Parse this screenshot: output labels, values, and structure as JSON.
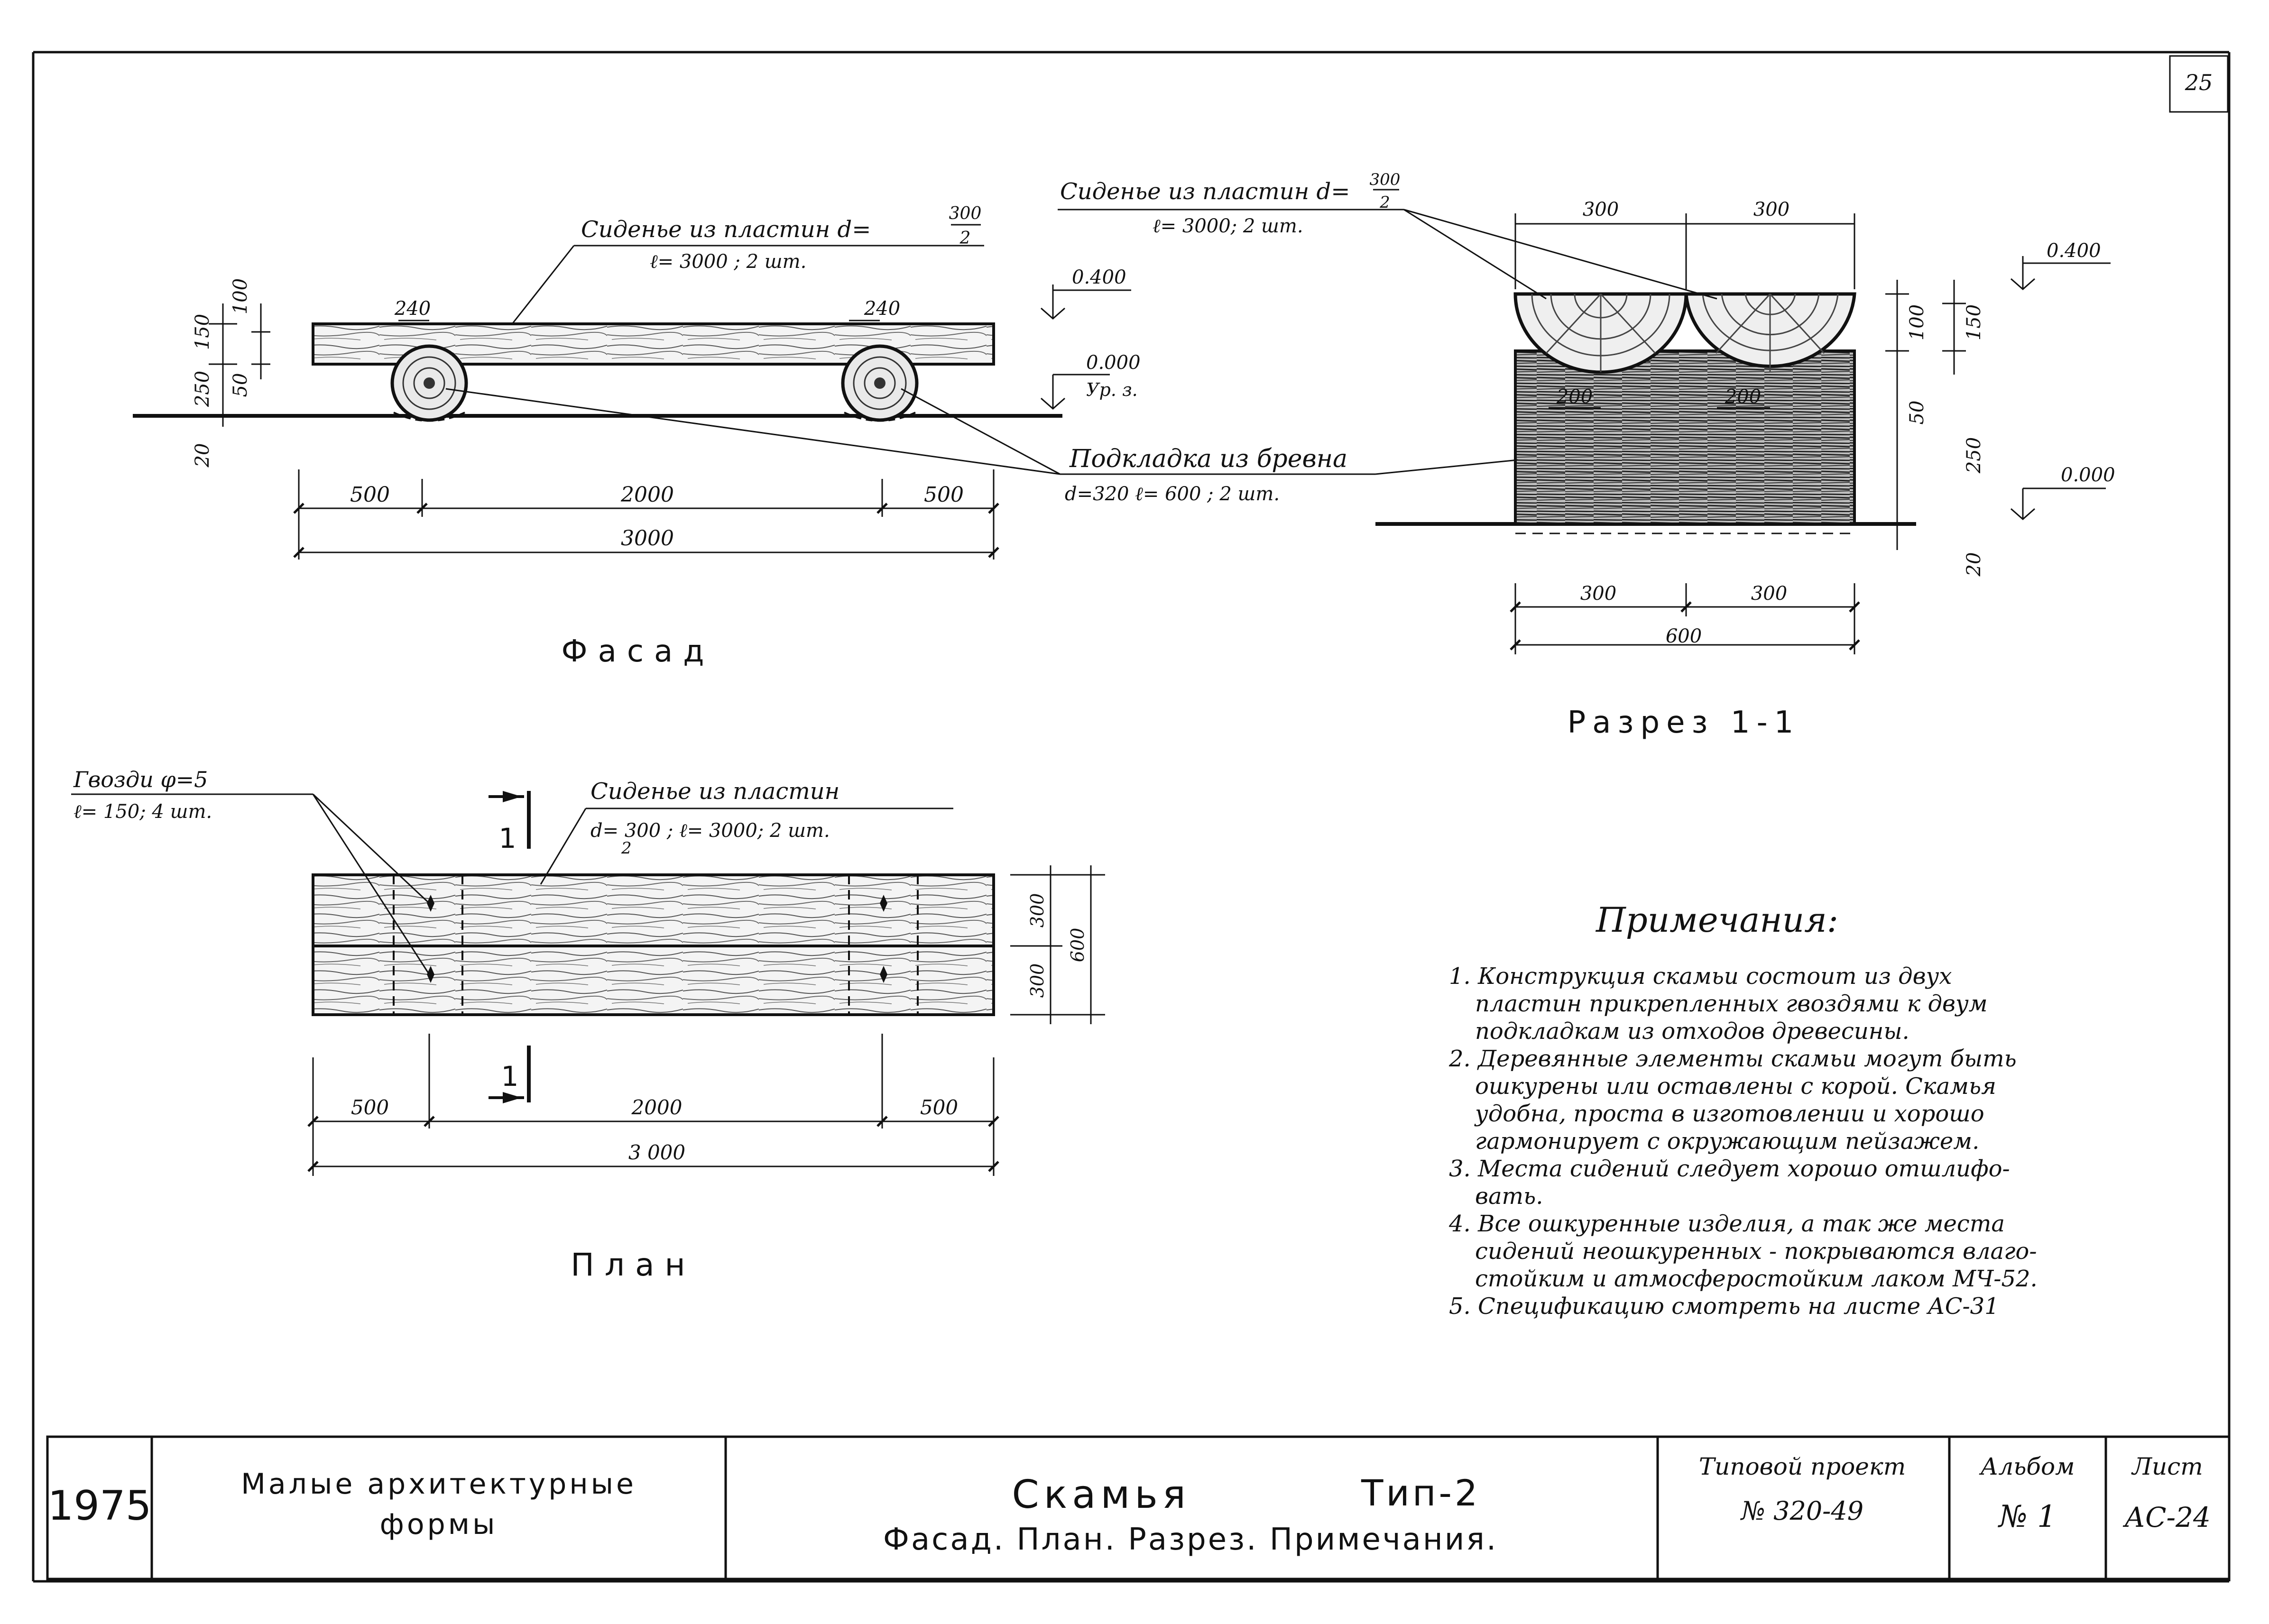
{
  "sheet_number": "25",
  "facade": {
    "title": "Фасад",
    "seat_label_line1": "Сиденье из пластин d=",
    "seat_label_frac_num": "300",
    "seat_label_frac_den": "2",
    "seat_label_line2": "ℓ= 3000 ; 2 шт.",
    "dim_240_left": "240",
    "dim_240_right": "240",
    "dim_100": "100",
    "dim_150": "150",
    "dim_50": "50",
    "dim_250": "250",
    "dim_20": "20",
    "level_top": "0.400",
    "level_ground": "0.000",
    "level_ground_note": "Ур. з.",
    "dim_500_left": "500",
    "dim_2000": "2000",
    "dim_500_right": "500",
    "dim_3000": "3000",
    "pad_label_line1": "Подкладка из бревна",
    "pad_label_line2": "d=320  ℓ= 600 ; 2 шт."
  },
  "section": {
    "title": "Разрез 1-1",
    "seat_label_line1": "Сиденье из пластин d=",
    "seat_label_frac_num": "300",
    "seat_label_frac_den": "2",
    "seat_label_line2": "ℓ= 3000; 2 шт.",
    "dim_300_top_left": "300",
    "dim_300_top_right": "300",
    "dim_200_left": "200",
    "dim_200_right": "200",
    "dim_100": "100",
    "dim_150": "150",
    "dim_50": "50",
    "dim_250": "250",
    "dim_20": "20",
    "level_top": "0.400",
    "level_ground": "0.000",
    "dim_300_bottom_left": "300",
    "dim_300_bottom_right": "300",
    "dim_600": "600"
  },
  "plan": {
    "title": "План",
    "nails_label_line1": "Гвозди φ=5",
    "nails_label_line2": "ℓ= 150;  4 шт.",
    "seat_label_line1": "Сиденье из пластин",
    "seat_label_line2": "d= 300 ;  ℓ= 3000;  2 шт.",
    "seat_label_line2b": "2",
    "cut_mark": "1",
    "dim_300_upper": "300",
    "dim_300_lower": "300",
    "dim_600": "600",
    "dim_500_left": "500",
    "dim_2000": "2000",
    "dim_500_right": "500",
    "dim_3000": "3 000"
  },
  "notes": {
    "heading": "Примечания:",
    "lines": [
      "1. Конструкция скамьи состоит из двух",
      "пластин прикрепленных гвоздями к двум",
      "подкладкам из отходов древесины.",
      "2. Деревянные элементы скамьи могут быть",
      "ошкурены или оставлены с корой. Скамья",
      "удобна, проста в изготовлении и хорошо",
      "гармонирует с окружающим пейзажем.",
      "3. Места сидений следует хорошо отшлифо-",
      "вать.",
      "4. Все ошкуренные изделия, а так же места",
      "сидений неошкуренных - покрываются влаго-",
      "стойким и атмосферостойким лаком МЧ-52.",
      "5. Спецификацию смотреть на листе АС-31"
    ]
  },
  "title_block": {
    "year": "1975",
    "series_line1": "Малые архитектурные",
    "series_line2": "формы",
    "object_name": "Скамья",
    "object_type": "Тип-2",
    "contents": "Фасад. План. Разрез. Примечания.",
    "project_label": "Типовой проект",
    "project_number": "№ 320-49",
    "album_label": "Альбом",
    "album_number": "№ 1",
    "sheet_label": "Лист",
    "sheet_code": "АС-24"
  }
}
